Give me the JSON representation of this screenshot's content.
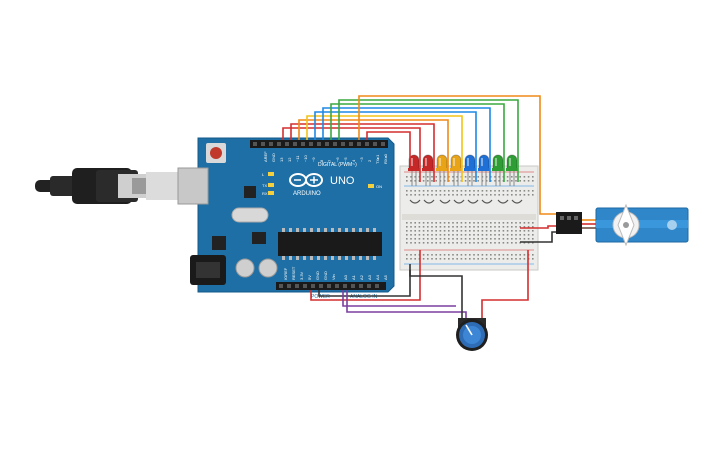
{
  "board": {
    "model": "UNO",
    "brand": "ARDUINO",
    "digital_label": "DIGITAL (PWM~)",
    "power_label": "POWER",
    "analog_label": "ANALOG IN",
    "pin_l": "L",
    "pin_tx": "TX",
    "pin_rx": "RX",
    "pin_on": "ON",
    "pin_aref": "AREF",
    "pin_gnd": "GND",
    "pin_13": "13",
    "pin_12": "12",
    "pin_11": "~11",
    "pin_10": "~10",
    "pin_9": "~9",
    "pin_8": "8",
    "pin_7": "7",
    "pin_6": "~6",
    "pin_5": "~5",
    "pin_4": "4",
    "pin_3": "~3",
    "pin_2": "2",
    "pin_1": "TX▸1",
    "pin_0": "RX◂0",
    "pow_ioref": "IOREF",
    "pow_reset": "RESET",
    "pow_33v": "3.3V",
    "pow_5v": "5V",
    "pow_gnd1": "GND",
    "pow_gnd2": "GND",
    "pow_vin": "Vin",
    "an_a0": "A0",
    "an_a1": "A1",
    "an_a2": "A2",
    "an_a3": "A3",
    "an_a4": "A4",
    "an_a5": "A5"
  },
  "leds": [
    {
      "color": "#c62828"
    },
    {
      "color": "#c62828"
    },
    {
      "color": "#e8a317"
    },
    {
      "color": "#e8a317"
    },
    {
      "color": "#1e6fd6"
    },
    {
      "color": "#1e6fd6"
    },
    {
      "color": "#2e9e34"
    },
    {
      "color": "#2e9e34"
    }
  ],
  "colors": {
    "board": "#1d6fa5",
    "board_dark": "#155a88",
    "breadboard": "#eeeeea",
    "wire_red": "#d32f2f",
    "wire_orange": "#ef8a17",
    "wire_yellow": "#f2c318",
    "wire_green": "#3aa83f",
    "wire_blue": "#1e88e5",
    "wire_black": "#333333",
    "wire_purple": "#7b3fa0",
    "servo": "#2f86c9",
    "knob": "#2e6db5"
  },
  "icons": {
    "usb_cable": "usb-cable-icon",
    "servo": "servo-motor-icon",
    "potentiometer": "potentiometer-icon"
  }
}
